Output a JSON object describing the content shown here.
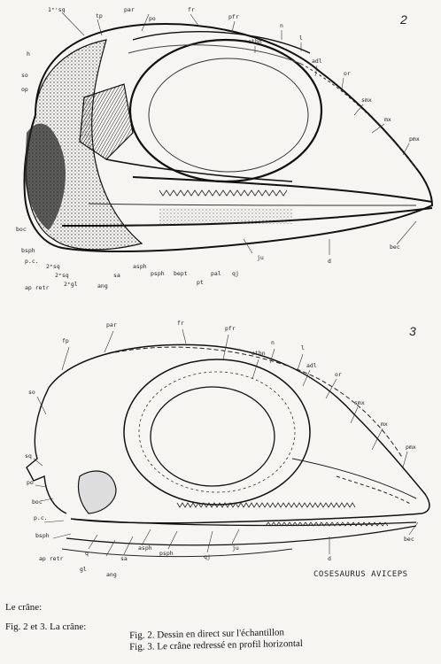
{
  "figure2": {
    "number": "2",
    "labels": {
      "lsq": "1ᵉʳsq",
      "tp": "tp",
      "par": "par",
      "po": "po",
      "fr": "fr",
      "pfr": "pfr",
      "n": "n",
      "ethn": "ethn",
      "l": "l",
      "adl": "adl",
      "or": "or",
      "h": "h",
      "so": "so",
      "op": "op",
      "smx": "smx",
      "mx": "mx",
      "pmx": "pmx",
      "boc": "boc",
      "bsph": "bsph",
      "pc": "p.c.",
      "sq2": "2ᵉsq",
      "sq2b": "2ᵉsq",
      "gl2": "2ᵉgl",
      "ang": "ang",
      "sa": "sa",
      "asph": "asph",
      "psph": "psph",
      "bept": "bept",
      "pt": "pt",
      "pal": "pal",
      "qj": "qj",
      "ju": "ju",
      "d": "d",
      "bec": "bec",
      "apretr": "ap retr"
    }
  },
  "figure3": {
    "number": "3",
    "species": "COSESAURUS AVICEPS",
    "labels": {
      "par": "par",
      "fr": "fr",
      "pfr": "pfr",
      "fp": "fp",
      "n": "n",
      "ethn": "ethn",
      "l": "l",
      "adl": "adl",
      "or": "or",
      "so": "so",
      "smx": "smx",
      "mx": "mx",
      "pmx": "pmx",
      "sq": "sq",
      "po": "po",
      "boc": "boc",
      "pc": "p.c.",
      "bsph": "bsph",
      "apretr": "ap retr",
      "q": "q",
      "gl": "gl",
      "ang": "ang",
      "sa": "sa",
      "asph": "asph",
      "psph": "psph",
      "qj": "qj",
      "ju": "ju",
      "d": "d",
      "bec": "bec"
    }
  },
  "captions": {
    "heading": "Le crâne:",
    "figref": "Fig. 2 et 3.  La crâne:",
    "fig2": "Fig. 2.  Dessin en direct sur l'échantillon",
    "fig3": "Fig. 3.  Le crâne redressé en profil horizontal"
  }
}
